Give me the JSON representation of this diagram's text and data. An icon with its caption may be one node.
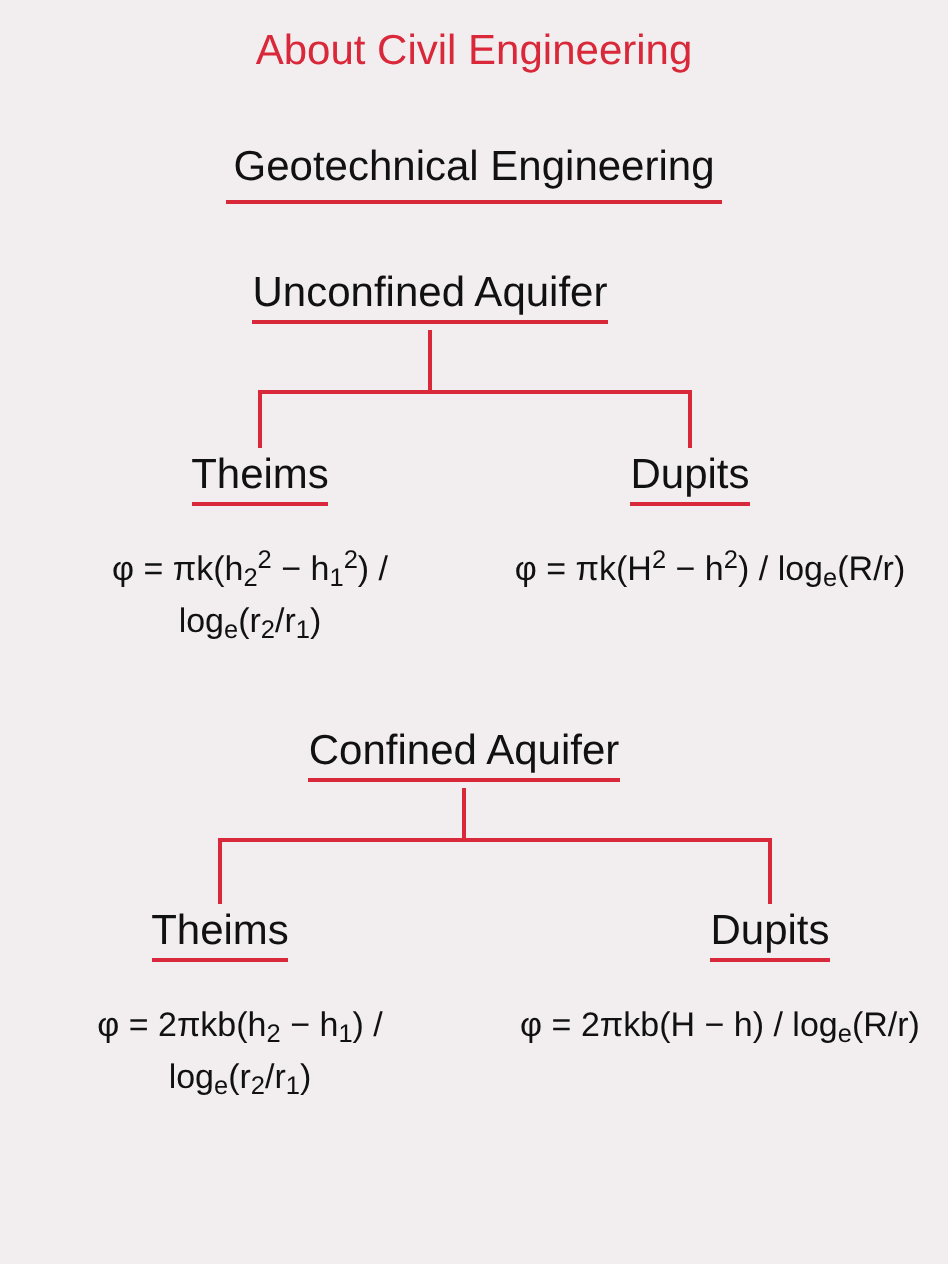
{
  "diagram": {
    "title": "About Civil Engineering",
    "nodes": [
      {
        "text": [
          "Unconfined Aquifer"
        ]
      },
      {
        "text": [
          "Theims"
        ],
        "beside": [
          "φ = πk(h$_{2}$$^{2}$ − h$_{1}$$^{2}$) / log$_{e}$(r$_{2}$/r$_{1}$)"
        ]
      },
      {
        "text": [
          "Dupits"
        ],
        "beside": [
          "φ = πk(H$^{2}$ − h$^{2}$) / log$_{e}$(R/r)"
        ]
      },
      {
        "text": [
          "Confined Aquifer"
        ]
      },
      {
        "text": [
          "Theims"
        ],
        "beside": [
          "φ = 2πkb(h$_{2}$ − h$_{1}$) / log$_{e}$(r$_{2}$/r$_{1}$)"
        ]
      },
      {
        "text": [
          "Dupits"
        ],
        "beside": [
          "φ = 2πkb(H − h) / log$_{e}$(R/r)"
        ]
      }
    ],
    "edges": [
      {
        "from": 0,
        "to": 1,
        "arrow": "none"
      },
      {
        "from": 0,
        "to": 2,
        "arrow": "none"
      },
      {
        "from": 3,
        "to": 4,
        "arrow": "none"
      },
      {
        "from": 3,
        "to": 5,
        "arrow": "none"
      }
    ],
    "labels": [
      "Geotechnical Engineering"
    ]
  }
}
